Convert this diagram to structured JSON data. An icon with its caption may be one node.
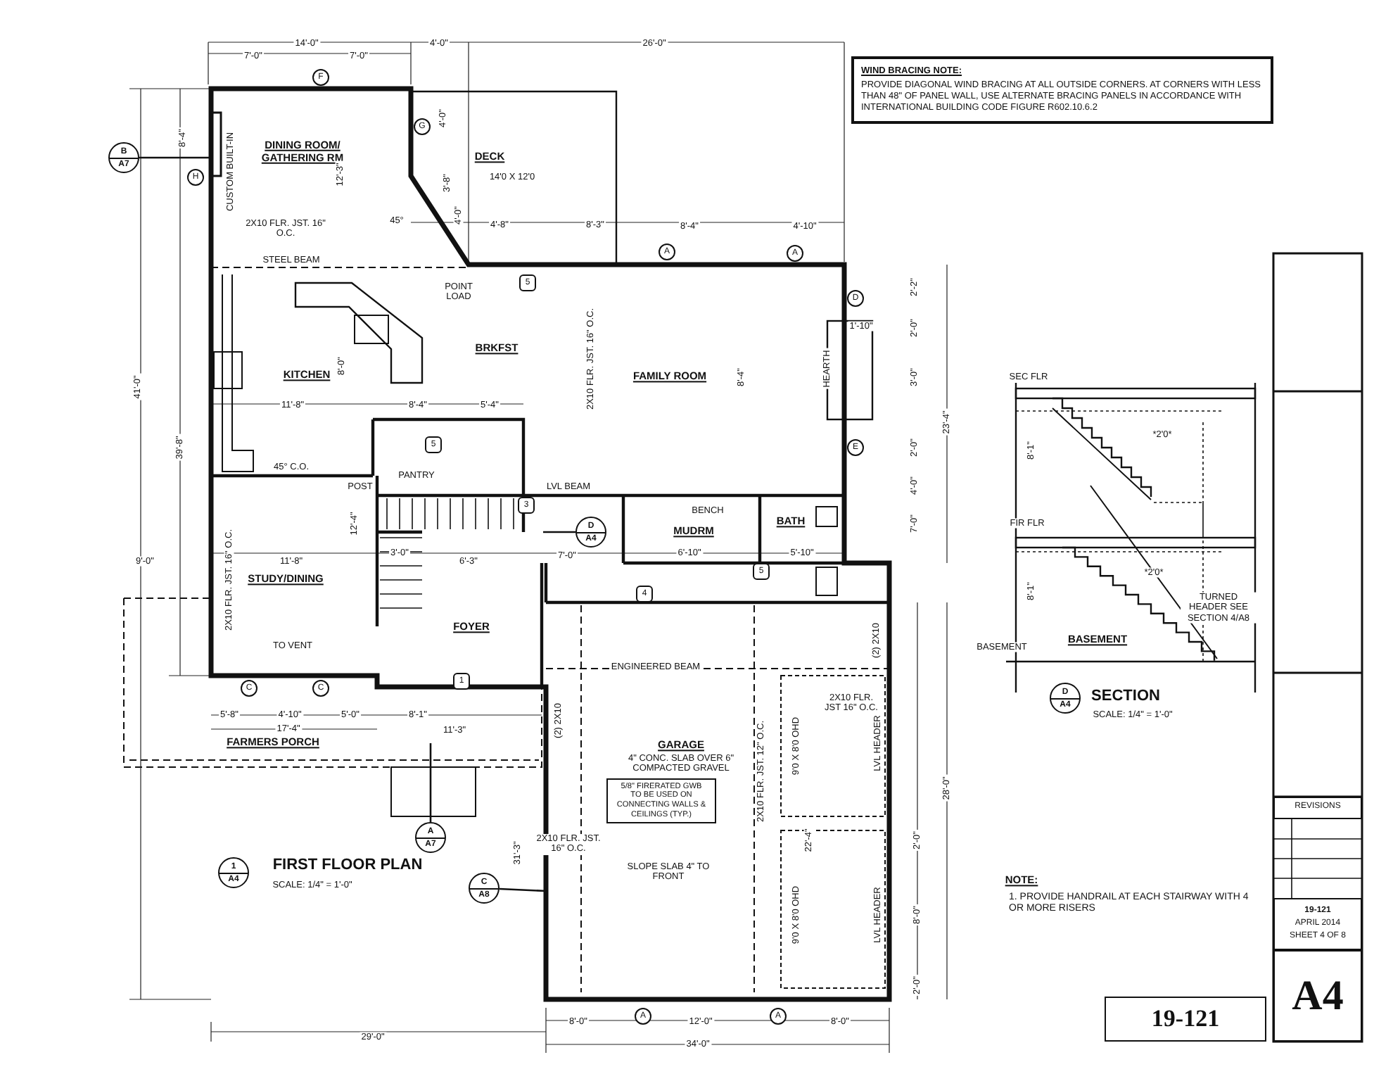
{
  "diagram": {
    "nodes": [
      {
        "text": [
          "WIND BRACING NOTE:",
          "PROVIDE DIAGONAL WIND BRACING AT ALL OUTSIDE CORNERS. AT CORNERS WITH LESS THAN 48\" OF PANEL WALL, USE ALTERNATE BRACING PANELS IN ACCORDANCE WITH INTERNATIONAL BUILDING CODE FIGURE R602.10.6.2"
        ]
      },
      {
        "text": [
          "REVISIONS"
        ]
      },
      {
        "text": [
          "19-121",
          "APRIL 2014",
          "SHEET 4 OF 8"
        ]
      },
      {
        "text": [
          "A4"
        ]
      },
      {
        "text": [
          "19-121"
        ]
      },
      {
        "text": [
          "5/8\" FIRERATED GWB TO BE USED ON CONNECTING WALLS & CEILINGS (TYP.)"
        ]
      },
      {
        "text": [
          "B",
          "A7"
        ]
      },
      {
        "text": [
          "A",
          "A7"
        ]
      },
      {
        "text": [
          "C",
          "A8"
        ]
      },
      {
        "text": [
          "D",
          "A4"
        ]
      },
      {
        "text": [
          "1",
          "A4"
        ],
        "beside": [
          "FIRST FLOOR PLAN",
          "SCALE: 1/4\" = 1'-0\""
        ]
      },
      {
        "text": [
          "D",
          "A4"
        ],
        "beside": [
          "SECTION",
          "SCALE: 1/4\" = 1'-0\""
        ]
      }
    ],
    "edges": [
      {
        "from": 6,
        "to": null,
        "arrow": "none"
      },
      {
        "from": 7,
        "to": null,
        "arrow": "none"
      },
      {
        "from": 8,
        "to": null,
        "arrow": "none"
      },
      {
        "from": 9,
        "to": null,
        "arrow": "none"
      }
    ],
    "labels": [
      "14'-0\"",
      "4'-0\"",
      "26'-0\"",
      "7'-0\"",
      "7'-0\"",
      "F",
      "G",
      "H",
      "8'-4\"",
      "CUSTOM BUILT-IN",
      "DINING ROOM/ GATHERING RM",
      "12'-3\"",
      "4'-0\"",
      "3'-8\"",
      "DECK",
      "14'0 X 12'0",
      "45°",
      "4'-0\"",
      "2X10 FLR. JST. 16\" O.C.",
      "4'-8\"",
      "8'-3\"",
      "8'-4\"",
      "4'-10\"",
      "A",
      "A",
      "STEEL BEAM",
      "5",
      "POINT LOAD",
      "D",
      "BRKFST",
      "2X10 FLR. JST. 16\" O.C.",
      "FAMILY ROOM",
      "8'-4\"",
      "HEARTH",
      "KITCHEN",
      "8'-0\"",
      "41'-0\"",
      "39'-8\"",
      "11'-8\"",
      "8'-4\"",
      "5'-4\"",
      "5",
      "E",
      "45° C.O.",
      "PANTRY",
      "POST",
      "LVL BEAM",
      "3",
      "BENCH",
      "BATH",
      "MUDRM",
      "12'-4\"",
      "9'-0\"",
      "11'-8\"",
      "3'-0\"",
      "6'-3\"",
      "7'-0\"",
      "6'-10\"",
      "5'-10\"",
      "2X10 FLR. JST. 16\" O.C.",
      "STUDY/DINING",
      "5",
      "4",
      "FOYER",
      "TO VENT",
      "C",
      "C",
      "1",
      "ENGINEERED BEAM",
      "(2) 2X10",
      "(2) 2X10",
      "5'-8\"",
      "4'-10\"",
      "5'-0\"",
      "8'-1\"",
      "17'-4\"",
      "11'-3\"",
      "FARMERS PORCH",
      "GARAGE",
      "4\" CONC. SLAB OVER 6\" COMPACTED GRAVEL",
      "2X10 FLR. JST. 12\" O.C.",
      "2X10 FLR. JST 16\" O.C.",
      "9'0 X 8'0 OHD",
      "LVL HEADER",
      "22'-4\"",
      "31'-3\"",
      "2X10 FLR. JST. 16\" O.C.",
      "SLOPE SLAB 4\" TO FRONT",
      "9'0 X 8'0 OHD",
      "LVL HEADER",
      "2'-0\"",
      "8'-0\"",
      "2'-0\"",
      "28'-0\"",
      "A",
      "A",
      "8'-0\"",
      "12'-0\"",
      "8'-0\"",
      "34'-0\"",
      "29'-0\"",
      "SEC FLR",
      "FIR FLR",
      "BASEMENT",
      "*2'0*",
      "8'-1\"",
      "*2'0*",
      "8'-1\"",
      "TURNED HEADER SEE SECTION 4/A8",
      "BASEMENT",
      "NOTE:",
      "1. PROVIDE HANDRAIL AT EACH STAIRWAY WITH 4 OR MORE RISERS",
      "2'-2\"",
      "2'-0\"",
      "1'-10\"",
      "3'-0\"",
      "23'-4\"",
      "2'-0\"",
      "4'-0\"",
      "7'-0\""
    ]
  }
}
